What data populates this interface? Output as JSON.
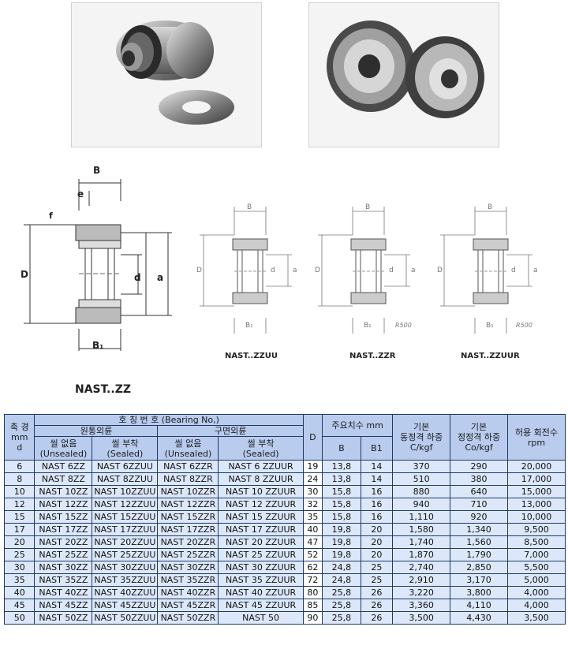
{
  "diagrams": {
    "main": {
      "title": "NAST..ZZ",
      "B": "B",
      "e": "e",
      "f": "f",
      "D": "D",
      "d": "d",
      "a": "a",
      "B1": "B₁"
    },
    "zzuu": {
      "title": "NAST..ZZUU",
      "B": "B",
      "D": "D",
      "d": "d",
      "a": "a",
      "B1": "B₁"
    },
    "zzr": {
      "title": "NAST..ZZR",
      "B": "B",
      "D": "D",
      "d": "d",
      "a": "a",
      "B1": "B₁",
      "R": "R500"
    },
    "zzuur": {
      "title": "NAST..ZZUUR",
      "B": "B",
      "D": "D",
      "d": "d",
      "a": "a",
      "B1": "B₁",
      "R": "R500"
    }
  },
  "table": {
    "headers": {
      "shaft": "축 경\nmm\nd",
      "designation": "호 칭 번 호 (Bearing No,)",
      "cylindrical": "원통외륜",
      "crowned": "구면외륜",
      "unsealed1": "씰 없음\n(Unsealed)",
      "sealed1": "씰 부착\n(Sealed)",
      "unsealed2": "씰 없음\n(Unsealed)",
      "sealed2": "씰 부착\n(Sealed)",
      "D": "D",
      "main_dims": "주요치수 mm",
      "B": "B",
      "B1": "B1",
      "dynamic": "기본\n동정격 하중\nC/kgf",
      "static": "기본\n정정격 하중\nCo/kgf",
      "speed": "허용 회전수\nrpm"
    },
    "rows": [
      [
        "6",
        "NAST 6ZZ",
        "NAST 6ZZUU",
        "NAST 6ZZR",
        "NAST 6 ZZUUR",
        "19",
        "13,8",
        "14",
        "370",
        "290",
        "20,000"
      ],
      [
        "8",
        "NAST 8ZZ",
        "NAST 8ZZUU",
        "NAST 8ZZR",
        "NAST 8 ZZUUR",
        "24",
        "13,8",
        "14",
        "510",
        "380",
        "17,000"
      ],
      [
        "10",
        "NAST 10ZZ",
        "NAST 10ZZUU",
        "NAST 10ZZR",
        "NAST 10 ZZUUR",
        "30",
        "15,8",
        "16",
        "880",
        "640",
        "15,000"
      ],
      [
        "12",
        "NAST 12ZZ",
        "NAST 12ZZUU",
        "NAST 12ZZR",
        "NAST 12 ZZUUR",
        "32",
        "15,8",
        "16",
        "940",
        "710",
        "13,000"
      ],
      [
        "15",
        "NAST 15ZZ",
        "NAST 15ZZUU",
        "NAST 15ZZR",
        "NAST 15 ZZUUR",
        "35",
        "15,8",
        "16",
        "1,110",
        "920",
        "10,000"
      ],
      [
        "17",
        "NAST 17ZZ",
        "NAST 17ZZUU",
        "NAST 17ZZR",
        "NAST 17 ZZUUR",
        "40",
        "19,8",
        "20",
        "1,580",
        "1,340",
        "9,500"
      ],
      [
        "20",
        "NAST 20ZZ",
        "NAST 20ZZUU",
        "NAST 20ZZR",
        "NAST 20 ZZUUR",
        "47",
        "19,8",
        "20",
        "1,740",
        "1,560",
        "8,500"
      ],
      [
        "25",
        "NAST 25ZZ",
        "NAST 25ZZUU",
        "NAST 25ZZR",
        "NAST 25 ZZUUR",
        "52",
        "19,8",
        "20",
        "1,870",
        "1,790",
        "7,000"
      ],
      [
        "30",
        "NAST 30ZZ",
        "NAST 30ZZUU",
        "NAST 30ZZR",
        "NAST 30 ZZUUR",
        "62",
        "24,8",
        "25",
        "2,740",
        "2,850",
        "5,500"
      ],
      [
        "35",
        "NAST 35ZZ",
        "NAST 35ZZUU",
        "NAST 35ZZR",
        "NAST 35 ZZUUR",
        "72",
        "24,8",
        "25",
        "2,910",
        "3,170",
        "5,000"
      ],
      [
        "40",
        "NAST 40ZZ",
        "NAST 40ZZUU",
        "NAST 40ZZR",
        "NAST 40 ZZUUR",
        "80",
        "25,8",
        "26",
        "3,220",
        "3,800",
        "4,000"
      ],
      [
        "45",
        "NAST 45ZZ",
        "NAST 45ZZUU",
        "NAST 45ZZR",
        "NAST 45 ZZUUR",
        "85",
        "25,8",
        "26",
        "3,360",
        "4,110",
        "4,000"
      ],
      [
        "50",
        "NAST 50ZZ",
        "NAST 50ZZUU",
        "NAST 50ZZR",
        "NAST 50",
        "90",
        "25,8",
        "26",
        "3,500",
        "4,430",
        "3,500"
      ]
    ]
  }
}
